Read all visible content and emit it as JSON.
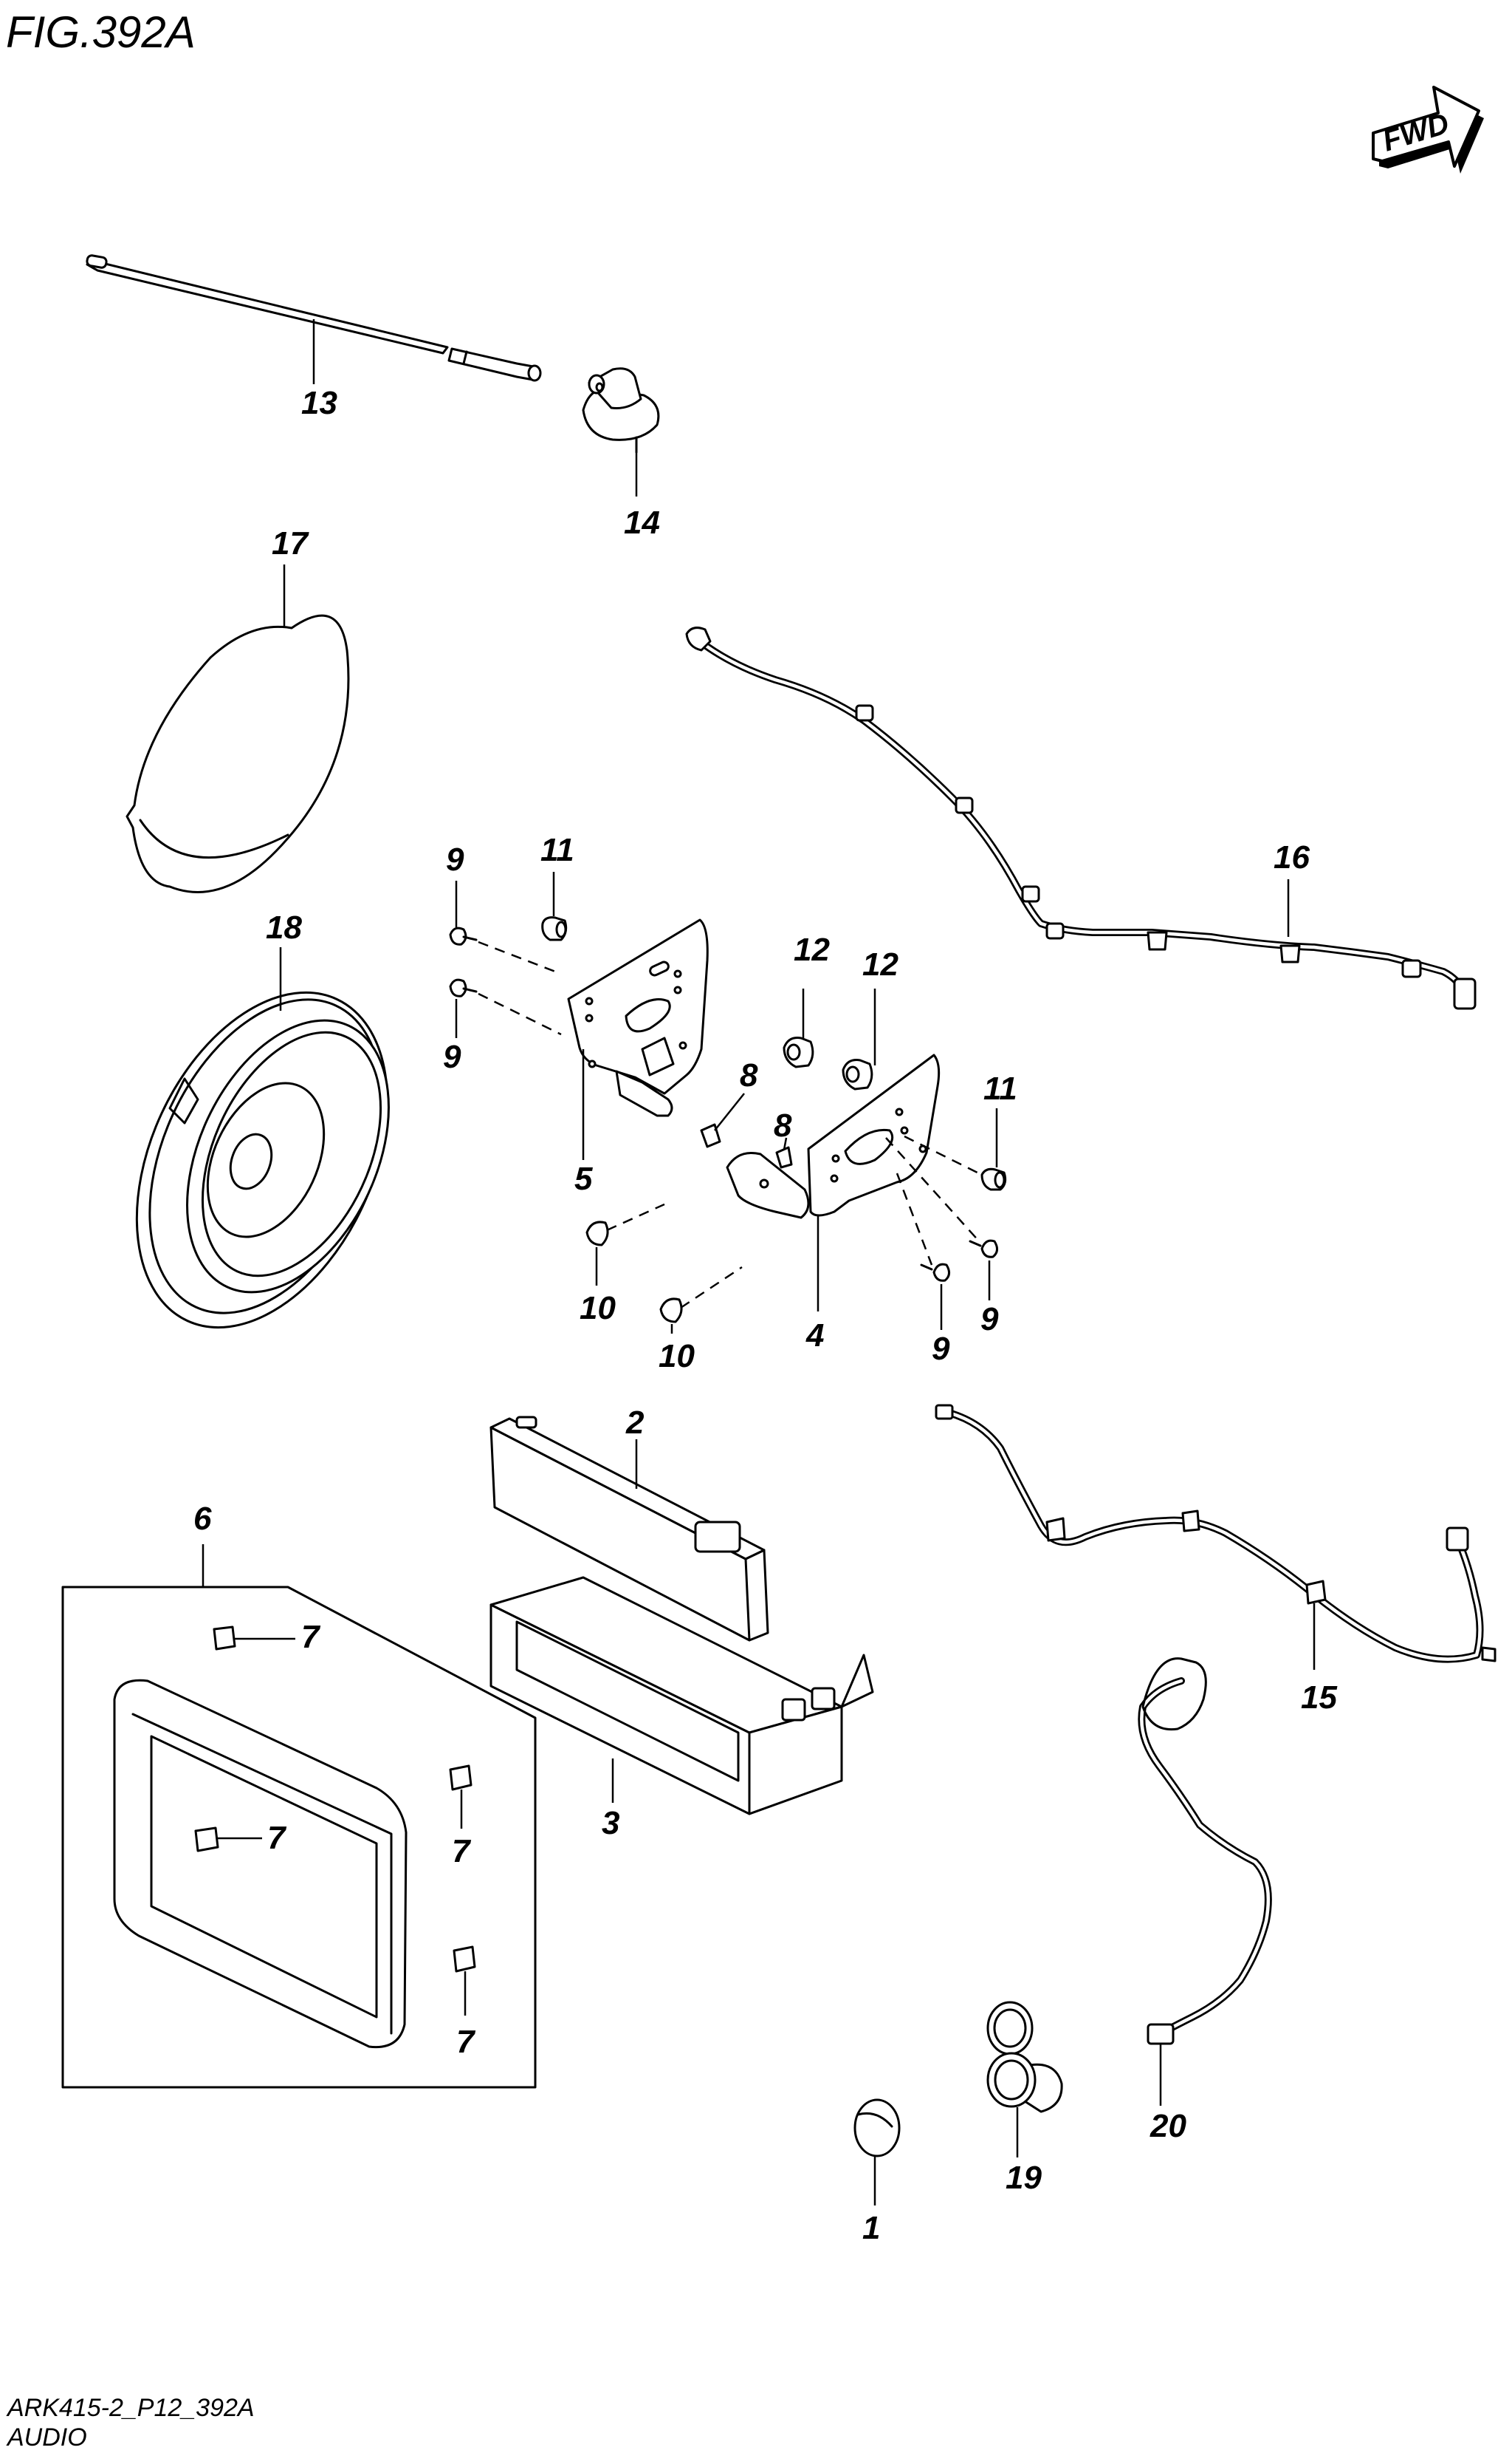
{
  "figure": {
    "title": "FIG.392A",
    "fwd_label": "FWD"
  },
  "footer": {
    "code": "ARK415-2_P12_392A",
    "section": "AUDIO"
  },
  "callouts": {
    "c1": "1",
    "c2": "2",
    "c3": "3",
    "c4": "4",
    "c5": "5",
    "c6": "6",
    "c7": "7",
    "c8": "8",
    "c9": "9",
    "c10": "10",
    "c11": "11",
    "c12": "12",
    "c13": "13",
    "c14": "14",
    "c15": "15",
    "c16": "16",
    "c17": "17",
    "c18": "18",
    "c19": "19",
    "c20": "20"
  }
}
